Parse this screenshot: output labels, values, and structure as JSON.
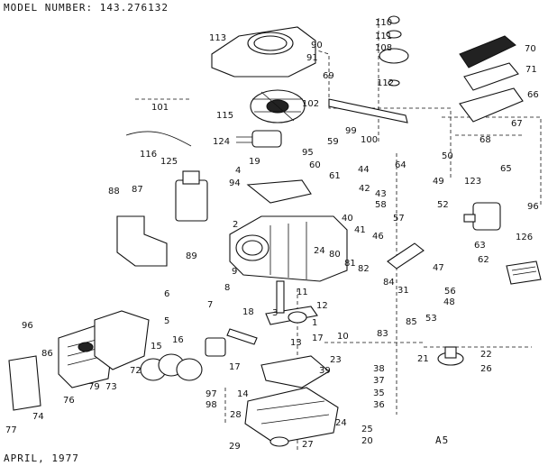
{
  "header": {
    "model_label": "MODEL NUMBER:",
    "model_number": "143.276132"
  },
  "footer": {
    "date": "APRIL, 1977",
    "code": "A5"
  },
  "labels": [
    "110",
    "111",
    "108",
    "70",
    "113",
    "90",
    "91",
    "69",
    "71",
    "66",
    "112",
    "101",
    "102",
    "115",
    "99",
    "100",
    "67",
    "68",
    "124",
    "95",
    "59",
    "60",
    "44",
    "116",
    "125",
    "19",
    "4",
    "64",
    "50",
    "49",
    "65",
    "123",
    "96",
    "88",
    "87",
    "94",
    "61",
    "42",
    "43",
    "58",
    "57",
    "52",
    "2",
    "41",
    "40",
    "46",
    "24",
    "80",
    "126",
    "63",
    "62",
    "89",
    "47",
    "81",
    "82",
    "84",
    "56",
    "9",
    "8",
    "11",
    "7",
    "3",
    "48",
    "31",
    "53",
    "83",
    "85",
    "6",
    "18",
    "12",
    "5",
    "1",
    "13",
    "17",
    "10",
    "96",
    "86",
    "72",
    "15",
    "16",
    "21",
    "22",
    "26",
    "73",
    "17",
    "14",
    "79",
    "23",
    "39",
    "38",
    "76",
    "37",
    "97",
    "35",
    "98",
    "36",
    "74",
    "77",
    "28",
    "24",
    "25",
    "29",
    "27",
    "20"
  ]
}
